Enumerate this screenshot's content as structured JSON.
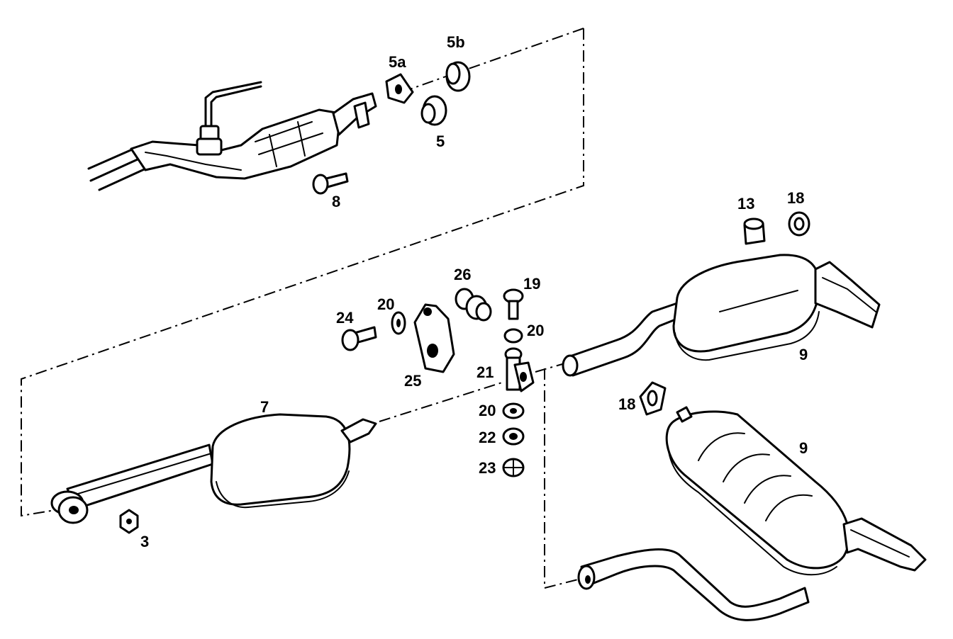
{
  "callouts": {
    "c5b": "5b",
    "c5a": "5a",
    "c5": "5",
    "c8": "8",
    "c13": "13",
    "c18a": "18",
    "c26": "26",
    "c19": "19",
    "c20a": "20",
    "c24": "24",
    "c20b": "20",
    "c25": "25",
    "c21": "21",
    "c9a": "9",
    "c7": "7",
    "c20c": "20",
    "c22": "22",
    "c23": "23",
    "c18b": "18",
    "c9b": "9",
    "c3": "3"
  }
}
